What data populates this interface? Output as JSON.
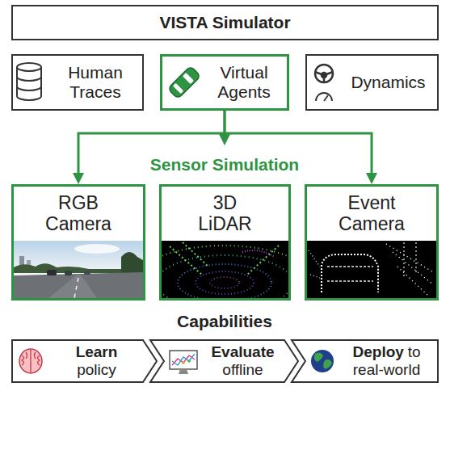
{
  "diagram": {
    "nodes": [
      {
        "text": [
          "VISTA Simulator"
        ]
      },
      {
        "text": [
          "Human Traces"
        ]
      },
      {
        "text": [
          "Virtual Agents"
        ]
      },
      {
        "text": [
          "Dynamics"
        ]
      },
      {
        "text": [
          "RGB Camera"
        ]
      },
      {
        "text": [
          "3D LiDAR"
        ]
      },
      {
        "text": [
          "Event Camera"
        ]
      },
      {
        "text": [
          "Learn",
          "policy"
        ]
      },
      {
        "text": [
          "Evaluate",
          "offline"
        ]
      },
      {
        "text": [
          "Deploy",
          "to",
          "real-world"
        ]
      }
    ],
    "edges": [
      {
        "from": 2,
        "to": 4,
        "arrow": "to"
      },
      {
        "from": 2,
        "to": 6,
        "arrow": "to"
      }
    ],
    "labels": [
      "Sensor Simulation",
      "Capabilities"
    ]
  }
}
